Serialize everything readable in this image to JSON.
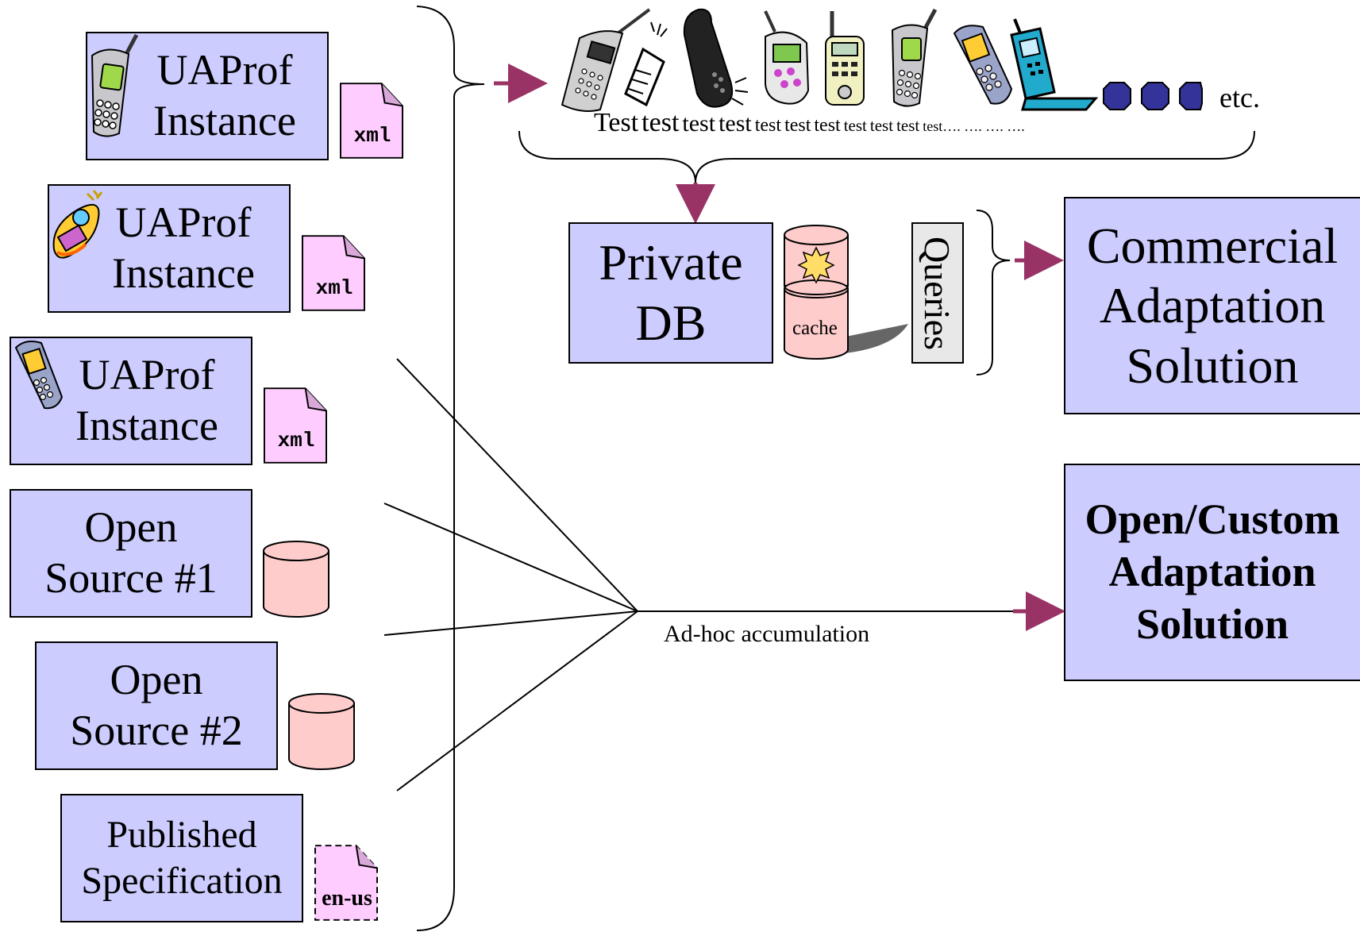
{
  "sources": [
    {
      "label": "UAProf\nInstance",
      "badge": "xml",
      "icon": "cell-phone-icon"
    },
    {
      "label": "UAProf\nInstance",
      "badge": "xml",
      "icon": "cartoon-phone-icon"
    },
    {
      "label": "UAProf\nInstance",
      "badge": "xml",
      "icon": "nokia-phone-icon"
    },
    {
      "label": "Open\nSource #1",
      "icon": "database-icon"
    },
    {
      "label": "Open\nSource #2",
      "icon": "database-icon"
    },
    {
      "label": "Published\nSpecification",
      "badge": "en-us",
      "icon": "document-icon"
    }
  ],
  "devices": {
    "icons": [
      "flip-phone-icon",
      "broken-phone-icon",
      "ringing-phone-icon",
      "color-phone-icon",
      "walkie-phone-icon",
      "cell-phone-icon",
      "nokia-phone-icon",
      "pda-phone-icon"
    ],
    "etc_label": "etc.",
    "test_words": [
      "Test",
      "test",
      "test",
      "test",
      "test",
      "test",
      "test",
      "test",
      "test",
      "test",
      "test…. …. …. …."
    ]
  },
  "private_db": {
    "label": "Private\nDB",
    "cache_label": "cache",
    "queries_label": "Queries"
  },
  "targets": {
    "commercial": "Commercial\nAdaptation\nSolution",
    "open_custom": "Open/Custom\nAdaptation\nSolution"
  },
  "adhoc_label": "Ad-hoc accumulation",
  "colors": {
    "box_fill": "#ccccff",
    "doc_fill": "#ffccff",
    "db_fill": "#ffcccc",
    "arrow": "#993366"
  }
}
